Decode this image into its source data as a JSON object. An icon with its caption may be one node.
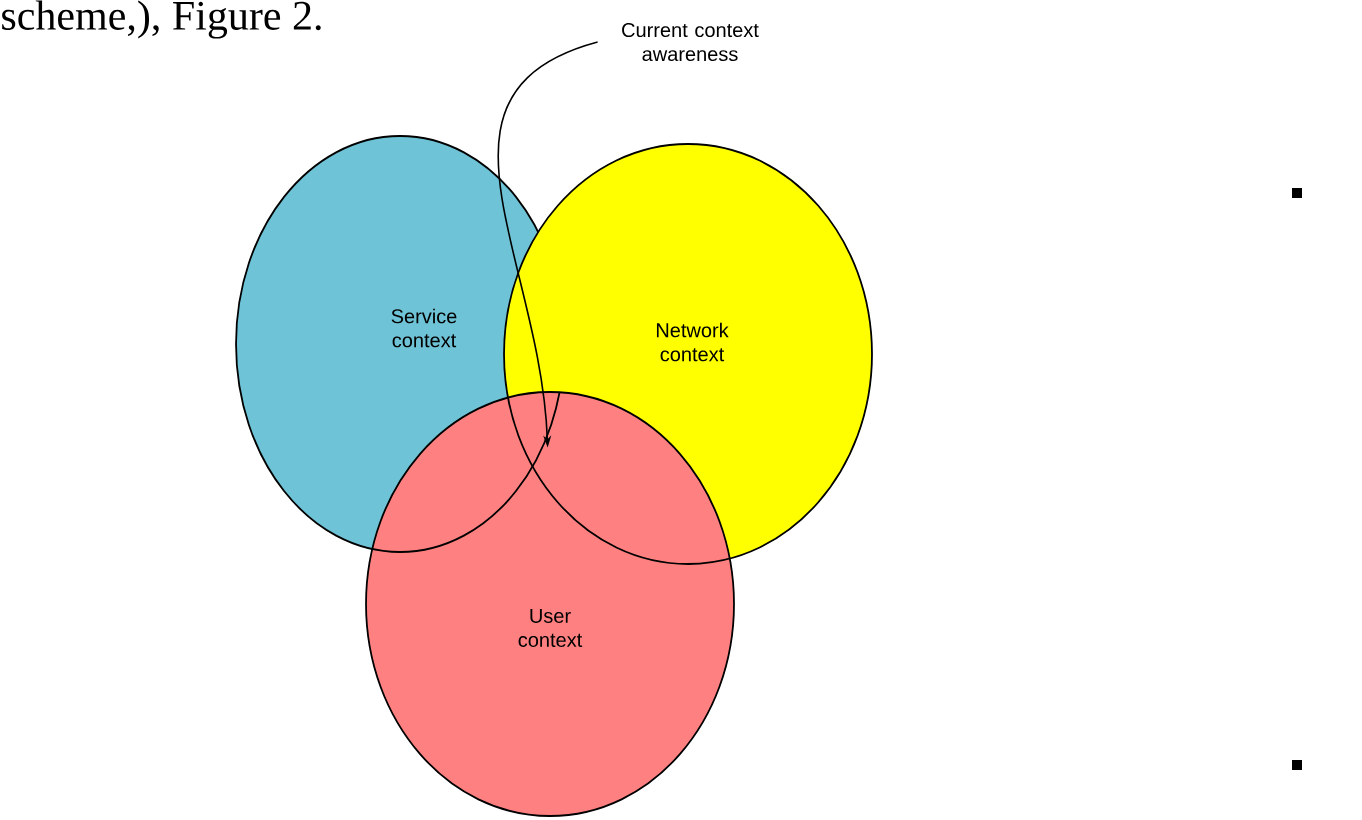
{
  "diagram": {
    "nodes": [
      {
        "text": [
          "Current context awareness"
        ]
      },
      {
        "text": [
          "Service context"
        ]
      },
      {
        "text": [
          "Network context"
        ]
      },
      {
        "text": [
          "User context"
        ]
      },
      {
        "text": [],
        "shape": "lens"
      }
    ],
    "edges": [
      {
        "from": 0,
        "to": 4,
        "arrow": "to"
      }
    ],
    "labels": [
      "scheme,), Figure 2."
    ]
  }
}
